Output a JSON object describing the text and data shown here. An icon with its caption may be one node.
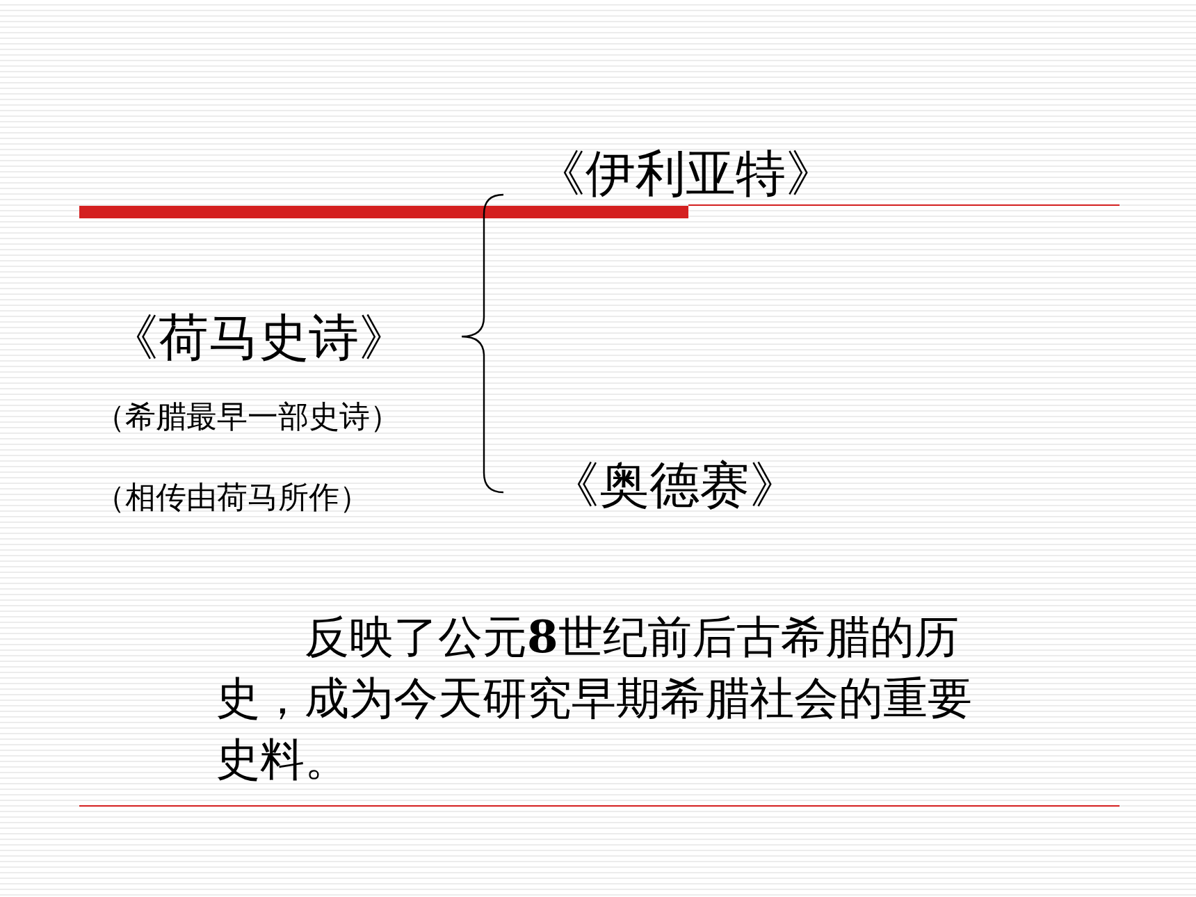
{
  "diagram": {
    "labels": [
      "《伊利亚特》",
      "《荷马史诗》",
      "（希腊最早一部史诗）",
      "（相传由荷马所作）",
      "《奥德赛》",
      "反映了公元**8**世纪前后古希腊的历史，成为今天研究早期希腊社会的重要史料。"
    ]
  }
}
